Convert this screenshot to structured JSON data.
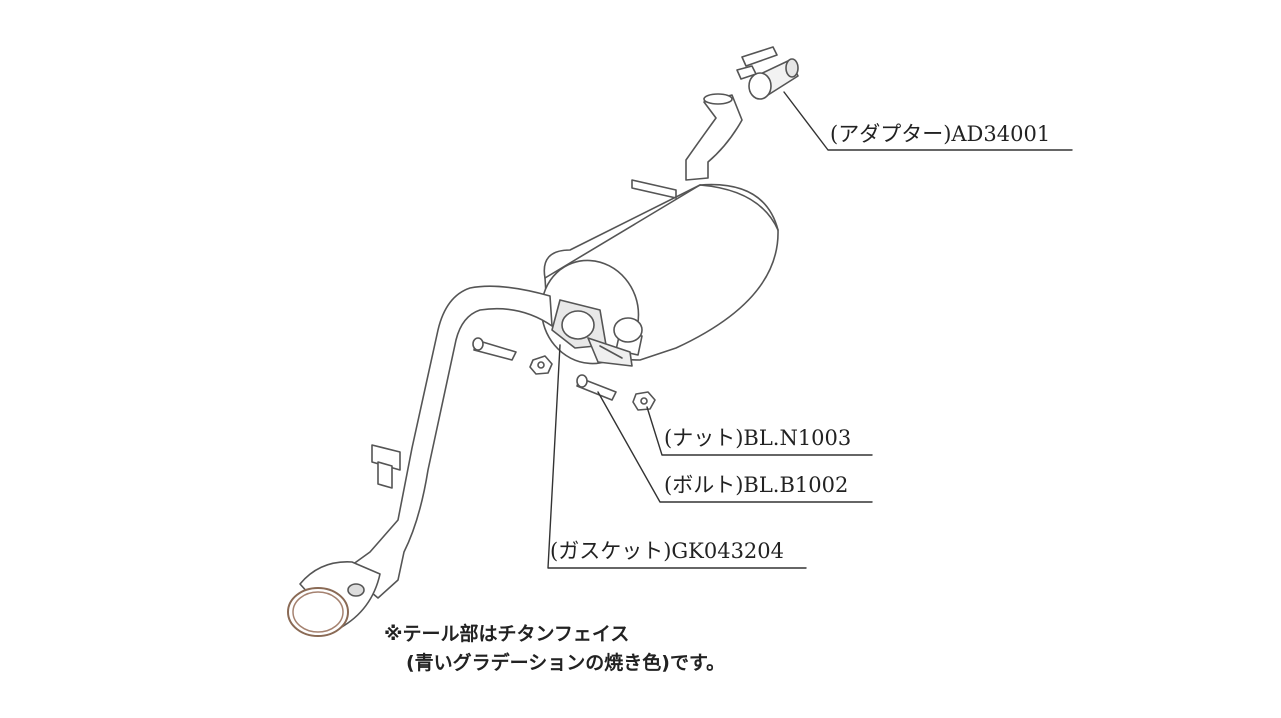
{
  "labels": {
    "adapter": "(アダプター)AD34001",
    "nut": "(ナット)BL.N1003",
    "bolt": "(ボルト)BL.B1002",
    "gasket": "(ガスケット)GK043204"
  },
  "note": {
    "line1": "※テール部はチタンフェイス",
    "line2": "(青いグラデーションの焼き色)です。"
  }
}
